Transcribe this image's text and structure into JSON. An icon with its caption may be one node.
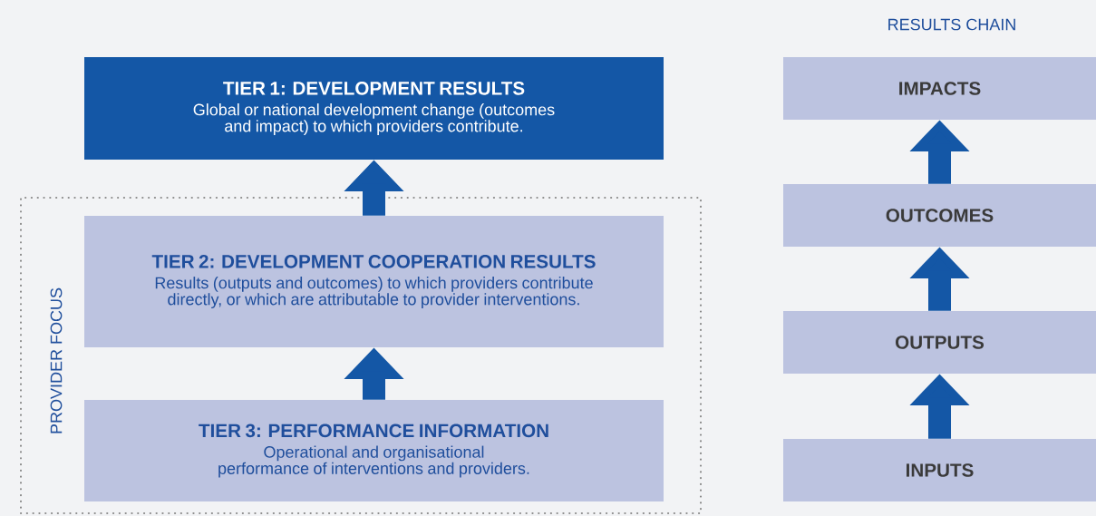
{
  "diagram": {
    "nodes": [
      {
        "text": [
          "TIER 1: DEVELOPMENT RESULTS",
          "Global or national development change (outcomes and impact) to which providers contribute."
        ]
      },
      {
        "text": [
          "PROVIDER FOCUS"
        ]
      },
      {
        "text": [
          "TIER 2: DEVELOPMENT COOPERATION RESULTS",
          "Results (outputs and outcomes) to which providers contribute directly, or which are attributable to provider interventions."
        ],
        "in": 1
      },
      {
        "text": [
          "TIER 3: PERFORMANCE INFORMATION",
          "Operational and organisational performance of interventions and providers."
        ],
        "in": 1
      },
      {
        "text": [
          "IMPACTS"
        ]
      },
      {
        "text": [
          "OUTCOMES"
        ]
      },
      {
        "text": [
          "OUTPUTS"
        ]
      },
      {
        "text": [
          "INPUTS"
        ]
      }
    ],
    "edges": [
      {
        "from": 3,
        "to": 2,
        "arrow": "to"
      },
      {
        "from": 2,
        "to": 0,
        "arrow": "to"
      },
      {
        "from": 7,
        "to": 6,
        "arrow": "to"
      },
      {
        "from": 6,
        "to": 5,
        "arrow": "to"
      },
      {
        "from": 5,
        "to": 4,
        "arrow": "to"
      }
    ],
    "labels": [
      "RESULTS CHAIN"
    ]
  }
}
